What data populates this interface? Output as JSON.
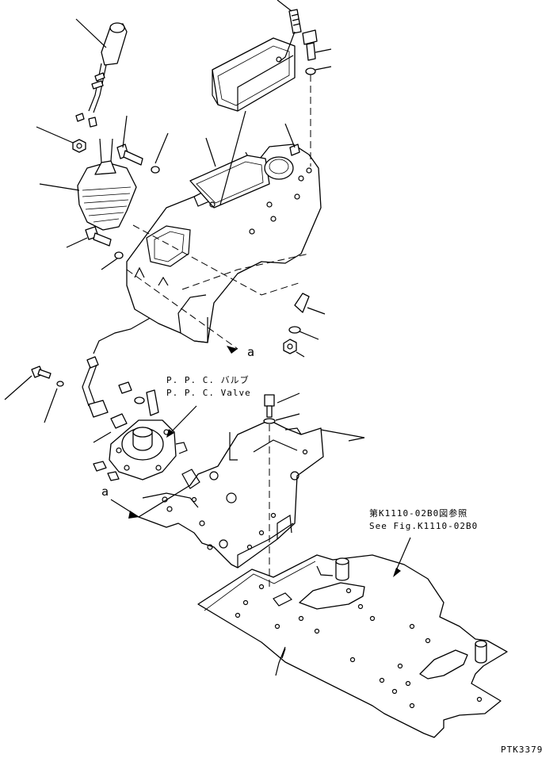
{
  "labels": {
    "ppc_valve_jp": "P. P. C. バルブ",
    "ppc_valve_en": "P. P. C. Valve",
    "ref_jp": "第K1110-02B0図参照",
    "ref_en": "See Fig.K1110-02B0",
    "marker_a_top": "a",
    "marker_a_left": "a",
    "drawing_id": "PTK3379"
  }
}
